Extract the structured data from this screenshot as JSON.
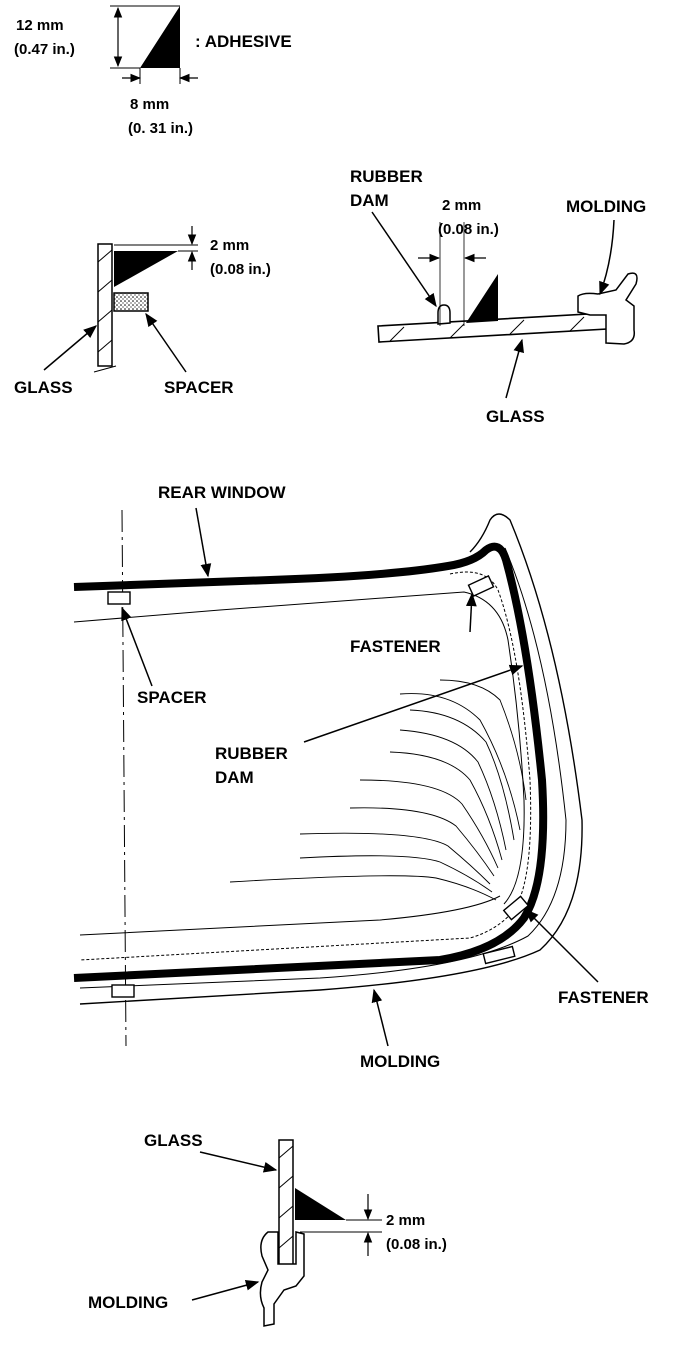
{
  "adhesive_spec": {
    "height_mm": "12 mm",
    "height_in": "(0.47 in.)",
    "label": ": ADHESIVE",
    "width_mm": "8 mm",
    "width_in": "(0. 31 in.)"
  },
  "spacer_detail": {
    "gap_mm": "2 mm",
    "gap_in": "(0.08 in.)",
    "glass_label": "GLASS",
    "spacer_label": "SPACER"
  },
  "dam_detail": {
    "rubber_dam_line1": "RUBBER",
    "rubber_dam_line2": "DAM",
    "gap_mm": "2 mm",
    "gap_in": "(0.08 in.)",
    "molding_label": "MOLDING",
    "glass_label": "GLASS"
  },
  "main_view": {
    "rear_window": "REAR WINDOW",
    "fastener_top": "FASTENER",
    "spacer": "SPACER",
    "rubber_dam_line1": "RUBBER",
    "rubber_dam_line2": "DAM",
    "fastener_bottom": "FASTENER",
    "molding": "MOLDING"
  },
  "molding_detail": {
    "glass_label": "GLASS",
    "gap_mm": "2 mm",
    "gap_in": "(0.08 in.)",
    "molding_label": "MOLDING"
  }
}
